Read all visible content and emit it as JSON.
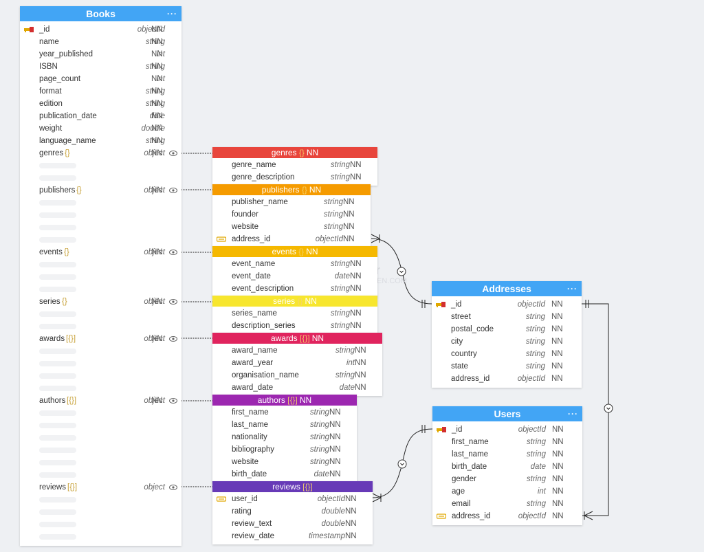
{
  "colors": {
    "books": "#42a5f5",
    "genres": "#e8453c",
    "publishers": "#f59b00",
    "events": "#f5b800",
    "series": "#f7e62e",
    "awards": "#e0245e",
    "authors": "#9c27b0",
    "reviews": "#673ab7",
    "addresses": "#42a5f5",
    "users": "#42a5f5"
  },
  "icons": {
    "primary_key": "key-icon",
    "foreign_key": "link-icon",
    "visibility": "eye-icon",
    "menu": "more-icon"
  },
  "watermark": {
    "line1": "er",
    "line2": "EN.COM"
  },
  "books": {
    "title": "Books",
    "menu": "···",
    "fields": [
      {
        "name": "_id",
        "type": "objectId",
        "nn": "NN",
        "key": "pk"
      },
      {
        "name": "name",
        "type": "string",
        "nn": "NN"
      },
      {
        "name": "year_published",
        "type": "int",
        "nn": "NN"
      },
      {
        "name": "ISBN",
        "type": "string",
        "nn": "NN"
      },
      {
        "name": "page_count",
        "type": "int",
        "nn": "NN"
      },
      {
        "name": "format",
        "type": "string",
        "nn": "NN"
      },
      {
        "name": "edition",
        "type": "string",
        "nn": "NN"
      },
      {
        "name": "publication_date",
        "type": "date",
        "nn": "NN"
      },
      {
        "name": "weight",
        "type": "double",
        "nn": "NN"
      },
      {
        "name": "language_name",
        "type": "string",
        "nn": "NN"
      },
      {
        "name": "genres",
        "brace": "{}",
        "type": "object",
        "nn": "NN",
        "eye": true,
        "ph": 2
      },
      {
        "name": "publishers",
        "brace": "{}",
        "type": "object",
        "nn": "NN",
        "eye": true,
        "ph": 4
      },
      {
        "name": "events",
        "brace": "{}",
        "type": "object",
        "nn": "NN",
        "eye": true,
        "ph": 3
      },
      {
        "name": "series",
        "brace": "{}",
        "type": "object",
        "nn": "NN",
        "eye": true,
        "ph": 2
      },
      {
        "name": "awards",
        "brace": "[{}]",
        "type": "object",
        "nn": "NN",
        "eye": true,
        "ph": 4
      },
      {
        "name": "authors",
        "brace": "[{}]",
        "type": "object",
        "nn": "NN",
        "eye": true,
        "ph": 6
      },
      {
        "name": "reviews",
        "brace": "[{}]",
        "type": "object",
        "nn": "",
        "eye": true,
        "ph": 4
      }
    ]
  },
  "subtables": [
    {
      "id": "genres",
      "title": "genres",
      "brace": "{}",
      "nn": "NN",
      "fields": [
        {
          "name": "genre_name",
          "type": "string",
          "nn": "NN"
        },
        {
          "name": "genre_description",
          "type": "string",
          "nn": "NN"
        }
      ]
    },
    {
      "id": "publishers",
      "title": "publishers",
      "brace": "{}",
      "nn": "NN",
      "fields": [
        {
          "name": "publisher_name",
          "type": "string",
          "nn": "NN"
        },
        {
          "name": "founder",
          "type": "string",
          "nn": "NN"
        },
        {
          "name": "website",
          "type": "string",
          "nn": "NN"
        },
        {
          "name": "address_id",
          "type": "objectId",
          "nn": "NN",
          "key": "fk"
        }
      ]
    },
    {
      "id": "events",
      "title": "events",
      "brace": "{}",
      "nn": "NN",
      "fields": [
        {
          "name": "event_name",
          "type": "string",
          "nn": "NN"
        },
        {
          "name": "event_date",
          "type": "date",
          "nn": "NN"
        },
        {
          "name": "event_description",
          "type": "string",
          "nn": "NN"
        }
      ]
    },
    {
      "id": "series",
      "title": "series",
      "brace": "{}",
      "nn": "NN",
      "fields": [
        {
          "name": "series_name",
          "type": "string",
          "nn": "NN"
        },
        {
          "name": "description_series",
          "type": "string",
          "nn": "NN"
        }
      ]
    },
    {
      "id": "awards",
      "title": "awards",
      "brace": "[{}]",
      "nn": "NN",
      "fields": [
        {
          "name": "award_name",
          "type": "string",
          "nn": "NN"
        },
        {
          "name": "award_year",
          "type": "int",
          "nn": "NN"
        },
        {
          "name": "organisation_name",
          "type": "string",
          "nn": "NN"
        },
        {
          "name": "award_date",
          "type": "date",
          "nn": "NN"
        }
      ]
    },
    {
      "id": "authors",
      "title": "authors",
      "brace": "[{}]",
      "nn": "NN",
      "fields": [
        {
          "name": "first_name",
          "type": "string",
          "nn": "NN"
        },
        {
          "name": "last_name",
          "type": "string",
          "nn": "NN"
        },
        {
          "name": "nationality",
          "type": "string",
          "nn": "NN"
        },
        {
          "name": "bibliography",
          "type": "string",
          "nn": "NN"
        },
        {
          "name": "website",
          "type": "string",
          "nn": "NN"
        },
        {
          "name": "birth_date",
          "type": "date",
          "nn": "NN"
        }
      ]
    },
    {
      "id": "reviews",
      "title": "reviews",
      "brace": "[{}]",
      "nn": "",
      "fields": [
        {
          "name": "user_id",
          "type": "objectId",
          "nn": "NN",
          "key": "fk"
        },
        {
          "name": "rating",
          "type": "double",
          "nn": "NN"
        },
        {
          "name": "review_text",
          "type": "double",
          "nn": "NN"
        },
        {
          "name": "review_date",
          "type": "timestamp",
          "nn": "NN"
        }
      ]
    }
  ],
  "addresses": {
    "title": "Addresses",
    "menu": "···",
    "fields": [
      {
        "name": "_id",
        "type": "objectId",
        "nn": "NN",
        "key": "pk"
      },
      {
        "name": "street",
        "type": "string",
        "nn": "NN"
      },
      {
        "name": "postal_code",
        "type": "string",
        "nn": "NN"
      },
      {
        "name": "city",
        "type": "string",
        "nn": "NN"
      },
      {
        "name": "country",
        "type": "string",
        "nn": "NN"
      },
      {
        "name": "state",
        "type": "string",
        "nn": "NN"
      },
      {
        "name": "address_id",
        "type": "objectId",
        "nn": "NN"
      }
    ]
  },
  "users": {
    "title": "Users",
    "menu": "···",
    "fields": [
      {
        "name": "_id",
        "type": "objectId",
        "nn": "NN",
        "key": "pk"
      },
      {
        "name": "first_name",
        "type": "string",
        "nn": "NN"
      },
      {
        "name": "last_name",
        "type": "string",
        "nn": "NN"
      },
      {
        "name": "birth_date",
        "type": "date",
        "nn": "NN"
      },
      {
        "name": "gender",
        "type": "string",
        "nn": "NN"
      },
      {
        "name": "age",
        "type": "int",
        "nn": "NN"
      },
      {
        "name": "email",
        "type": "string",
        "nn": "NN"
      },
      {
        "name": "address_id",
        "type": "objectId",
        "nn": "NN",
        "key": "fk"
      }
    ]
  }
}
